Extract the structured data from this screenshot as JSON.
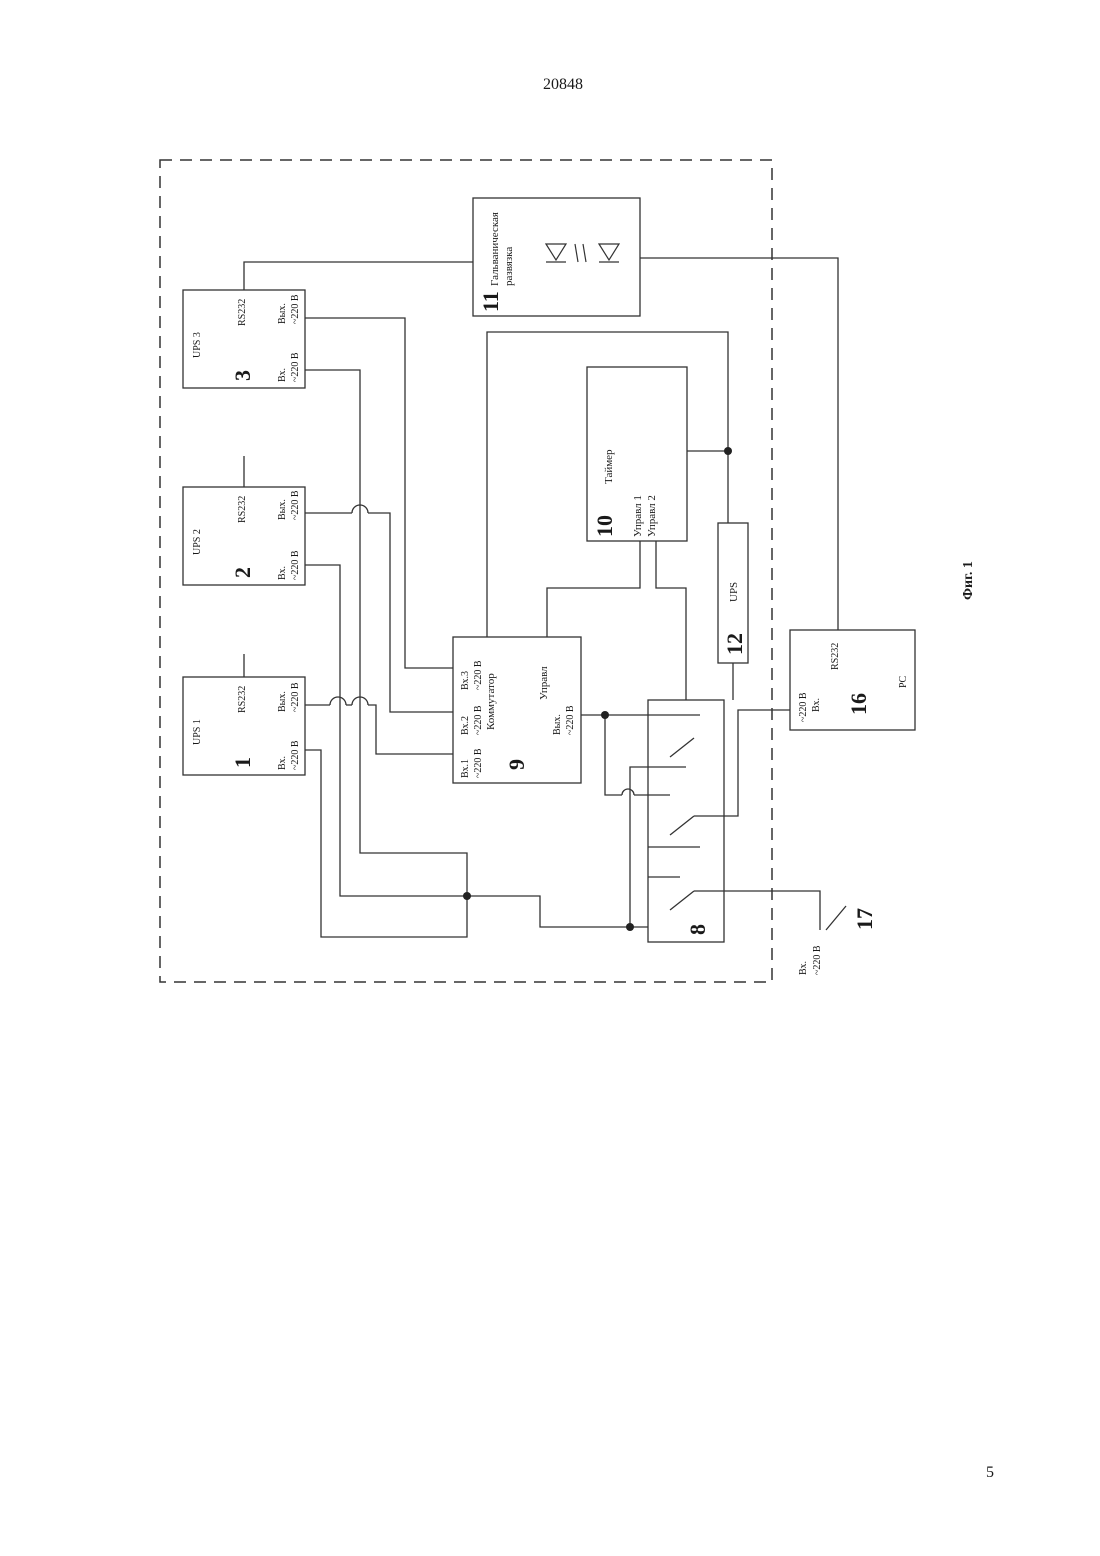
{
  "page": {
    "number_top": "20848",
    "number_bottom": "5"
  },
  "figure_caption": "Фиг. 1",
  "blocks": {
    "ups1": {
      "title": "UPS 1",
      "number": "1",
      "in": "Вх.",
      "in_v": "~220 В",
      "rs": "RS232",
      "out": "Вых.",
      "out_v": "~220 В"
    },
    "ups2": {
      "title": "UPS 2",
      "number": "2",
      "in": "Вх.",
      "in_v": "~220 В",
      "rs": "RS232",
      "out": "Вых.",
      "out_v": "~220 В"
    },
    "ups3": {
      "title": "UPS 3",
      "number": "3",
      "in": "Вх.",
      "in_v": "~220 В",
      "rs": "RS232",
      "out": "Вых.",
      "out_v": "~220 В"
    },
    "switch9": {
      "number": "9",
      "name": "Коммутатор",
      "in1": "Вх.1",
      "in2": "Вх.2",
      "in3": "Вх.3",
      "v1": "~220 В",
      "v2": "~220 В",
      "v3": "~220 В",
      "ctrl": "Управл",
      "out": "Вых.",
      "out_v": "~220 В"
    },
    "timer10": {
      "number": "10",
      "name": "Таймер",
      "ctrl1": "Управл 1",
      "ctrl2": "Управл 2"
    },
    "galvanic11": {
      "number": "11",
      "name_line1": "Гальваническая",
      "name_line2": "развязка"
    },
    "ups12": {
      "number": "12",
      "name": "UPS"
    },
    "pc16": {
      "number": "16",
      "name": "PC",
      "rs": "RS232",
      "in": "Вх.",
      "in_v": "~220 В"
    },
    "relay8": {
      "number": "8"
    },
    "input17": {
      "number": "17",
      "in": "Вх.",
      "in_v": "~220 В"
    }
  }
}
